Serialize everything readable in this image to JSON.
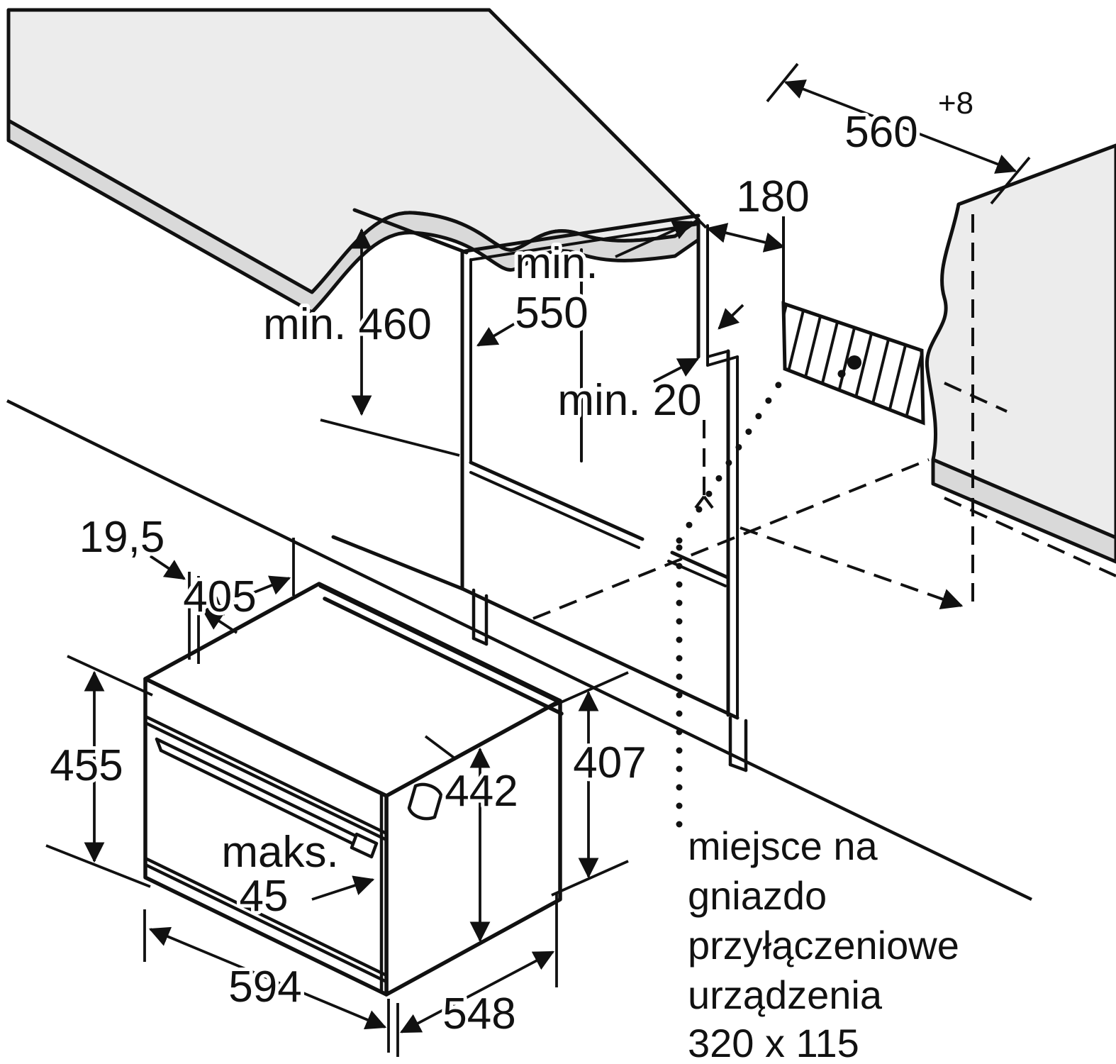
{
  "diagram": {
    "type": "appliance-installation-drawing",
    "subject": "built-in compact oven niche dimensions",
    "language": "pl",
    "units": "mm"
  },
  "dimensions": {
    "niche_width": {
      "value": "560",
      "tolerance": "+8"
    },
    "socket_offset": {
      "value": "180"
    },
    "niche_depth": {
      "value_line1": "min.",
      "value_line2": "550"
    },
    "niche_height": {
      "value": "min. 460"
    },
    "rear_gap": {
      "value": "min. 20"
    },
    "door_gap": {
      "value": "19,5"
    },
    "door_depth": {
      "value": "405"
    },
    "front_height": {
      "value": "455"
    },
    "door_protrusion": {
      "value_line1": "maks.",
      "value_line2": "45"
    },
    "body_height": {
      "value": "442"
    },
    "body_rear_height": {
      "value": "407"
    },
    "front_width": {
      "value": "594"
    },
    "body_depth": {
      "value": "548"
    }
  },
  "note": {
    "lines": [
      "miejsce na",
      "gniazdo",
      "przyłączeniowe",
      "urządzenia",
      "320 x 115"
    ]
  },
  "colors": {
    "line": "#111111",
    "surface": "#ececec",
    "surface_edge": "#d9d9d9",
    "background": "#ffffff"
  }
}
